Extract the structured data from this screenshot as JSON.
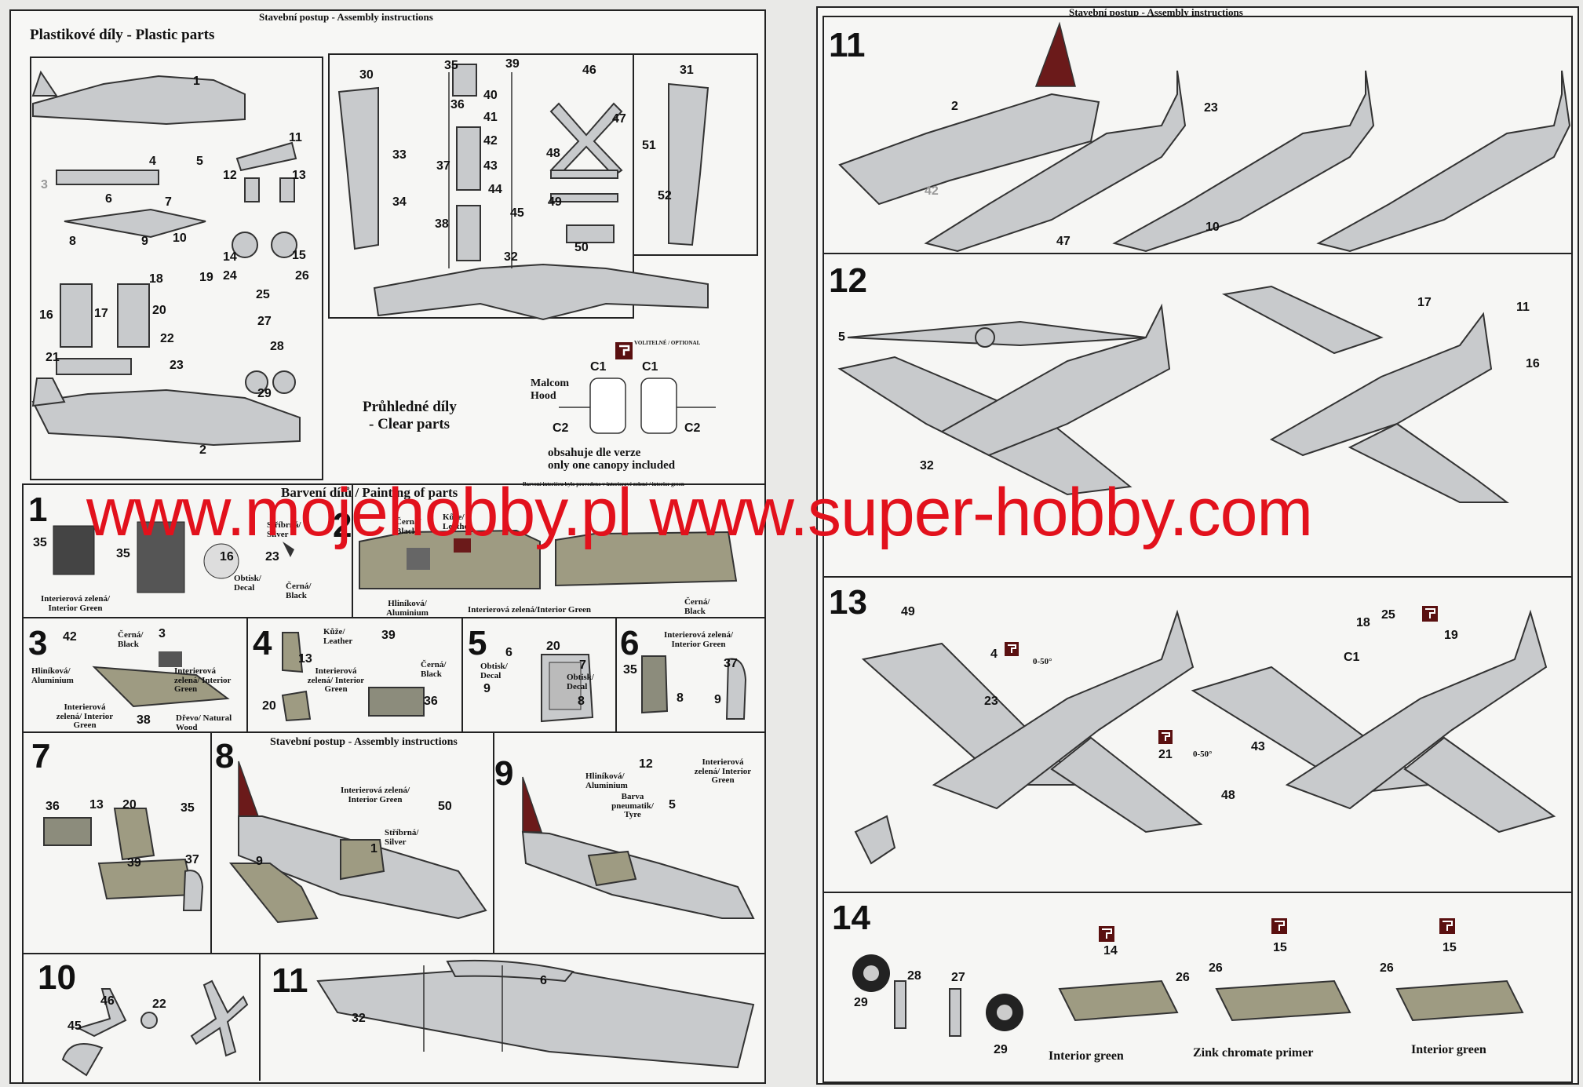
{
  "header": {
    "left_running_title": "Stavební postup - Assembly instructions",
    "right_running_title": "Stavební postup - Assembly instructions",
    "mid_running_title": "Stavební postup - Assembly instructions"
  },
  "plastic_parts": {
    "title": "Plastikové díly - Plastic parts",
    "numbers": [
      "1",
      "2",
      "3",
      "4",
      "5",
      "6",
      "7",
      "8",
      "9",
      "10",
      "11",
      "12",
      "13",
      "14",
      "15",
      "16",
      "17",
      "18",
      "19",
      "20",
      "21",
      "22",
      "23",
      "24",
      "25",
      "26",
      "27",
      "28",
      "29",
      "30",
      "31",
      "32",
      "33",
      "34",
      "35",
      "36",
      "37",
      "38",
      "39",
      "40",
      "41",
      "42",
      "43",
      "44",
      "45",
      "46",
      "47",
      "48",
      "49",
      "50",
      "51",
      "52"
    ]
  },
  "clear_parts": {
    "title_line1": "Průhledné díly",
    "title_line2": "- Clear parts",
    "badge": "VOLITELNÉ / OPTIONAL",
    "malcom_line1": "Malcom",
    "malcom_line2": "Hood",
    "c1": "C1",
    "c2": "C2",
    "note_cz": "obsahuje dle verze",
    "note_en": "only one canopy included"
  },
  "painting": {
    "title": "Barvení dílů / Painting of parts",
    "note": "Barvení interiéru bylo provedeno v interierové zelené / interior green"
  },
  "steps": {
    "s1": {
      "num": "1",
      "parts": [
        "35",
        "35",
        "16",
        "23"
      ],
      "silver": "Stříbrná/ Silver",
      "decal": "Obtisk/ Decal",
      "black": "Černá/ Black",
      "green": "Interierová zelená/ Interior Green"
    },
    "s2": {
      "num": "2",
      "black": "Černá/ Black",
      "leather": "Kůže/ Leather",
      "alu": "Hliníková/ Aluminium",
      "green": "Interierová zelená/Interior Green",
      "black2": "Černá/ Black"
    },
    "s3": {
      "num": "3",
      "parts": [
        "42",
        "3",
        "38"
      ],
      "black": "Černá/ Black",
      "alu": "Hliníková/ Aluminium",
      "green": "Interierová zelená/ Interior Green",
      "wood": "Dřevo/ Natural Wood"
    },
    "s4": {
      "num": "4",
      "parts": [
        "13",
        "39",
        "20",
        "36"
      ],
      "leather": "Kůže/ Leather",
      "green": "Interierová zelená/ Interior Green",
      "black": "Černá/ Black"
    },
    "s5": {
      "num": "5",
      "parts": [
        "6",
        "20",
        "7",
        "9",
        "8"
      ],
      "decal": "Obtisk/ Decal"
    },
    "s6": {
      "num": "6",
      "parts": [
        "35",
        "37",
        "8",
        "9"
      ],
      "green": "Interierová zelená/ Interior Green"
    },
    "s7": {
      "num": "7",
      "parts": [
        "36",
        "13",
        "20",
        "35",
        "39",
        "37"
      ]
    },
    "s8": {
      "num": "8",
      "parts": [
        "50",
        "1",
        "9"
      ],
      "green": "Interierová zelená/ Interior Green",
      "silver": "Stříbrná/ Silver"
    },
    "s9": {
      "num": "9",
      "parts": [
        "12",
        "5"
      ],
      "alu": "Hliníková/ Aluminium",
      "green": "Interierová zelená/ Interior Green",
      "tyre": "Barva pneumatik/ Tyre"
    },
    "s10": {
      "num": "10",
      "parts": [
        "46",
        "22",
        "45"
      ]
    },
    "s11a": {
      "num": "11",
      "parts": [
        "32",
        "6"
      ]
    },
    "s11b": {
      "num": "11",
      "parts": [
        "2",
        "42",
        "47",
        "23",
        "10"
      ]
    },
    "s12": {
      "num": "12",
      "parts": [
        "5",
        "32",
        "17",
        "11",
        "16"
      ]
    },
    "s13": {
      "num": "13",
      "parts": [
        "49",
        "4",
        "23",
        "21",
        "48",
        "43",
        "18",
        "25",
        "19",
        "C1"
      ],
      "angle": "0-50°",
      "badge": "VOLITELNÉ / OPTIONAL"
    },
    "s14": {
      "num": "14",
      "parts": [
        "28",
        "29",
        "27",
        "29",
        "14",
        "26",
        "15",
        "26",
        "15",
        "26"
      ],
      "green1": "Interior green",
      "zinc": "Zink chromate primer",
      "green2": "Interior green"
    }
  },
  "watermark": "www.mojehobby.pl www.super-hobby.com",
  "colors": {
    "watermark": "#e2111c",
    "parts": "#c8cacc",
    "interior_green": "#9e9b82",
    "tail_tip": "#6b1a1a"
  }
}
